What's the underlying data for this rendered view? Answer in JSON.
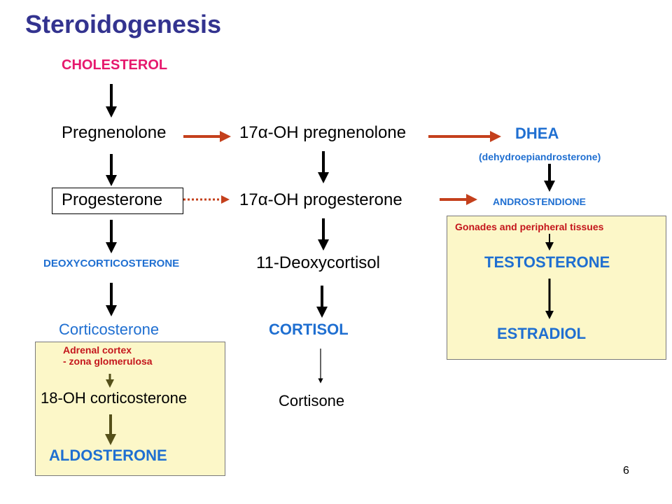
{
  "title": "Steroidogenesis",
  "nodes": {
    "cholesterol": "CHOLESTEROL",
    "pregnenolone": "Pregnenolone",
    "oh_pregnenolone_prefix": "17",
    "alpha": "α",
    "oh_pregnenolone_suffix": "-OH pregnenolone",
    "dhea": "DHEA",
    "dhea_full": "(dehydroepiandrosterone)",
    "progesterone": "Progesterone",
    "oh_progesterone_prefix": "17",
    "oh_progesterone_suffix": "-OH progesterone",
    "androstendione": "ANDROSTENDIONE",
    "deoxycorticosterone": "DEOXYCORTICOSTERONE",
    "deoxycortisol": "11-Deoxycortisol",
    "corticosterone": "Corticosterone",
    "cortisol": "CORTISOL",
    "cortisone": "Cortisone",
    "oh_corticosterone": "18-OH corticosterone",
    "aldosterone": "ALDOSTERONE",
    "testosterone": "TESTOSTERONE",
    "estradiol": "ESTRADIOL"
  },
  "boxes": {
    "adrenal_line1": "Adrenal cortex",
    "adrenal_line2": "- zona glomerulosa",
    "gonads": "Gonades and peripheral tissues"
  },
  "page_number": "6",
  "colors": {
    "title": "#33338f",
    "cholesterol": "#e6186d",
    "blue_label": "#1f6fd1",
    "red_arrow": "#c4401c",
    "box_fill": "#fcf7c8",
    "olive_arrow": "#55501a"
  }
}
